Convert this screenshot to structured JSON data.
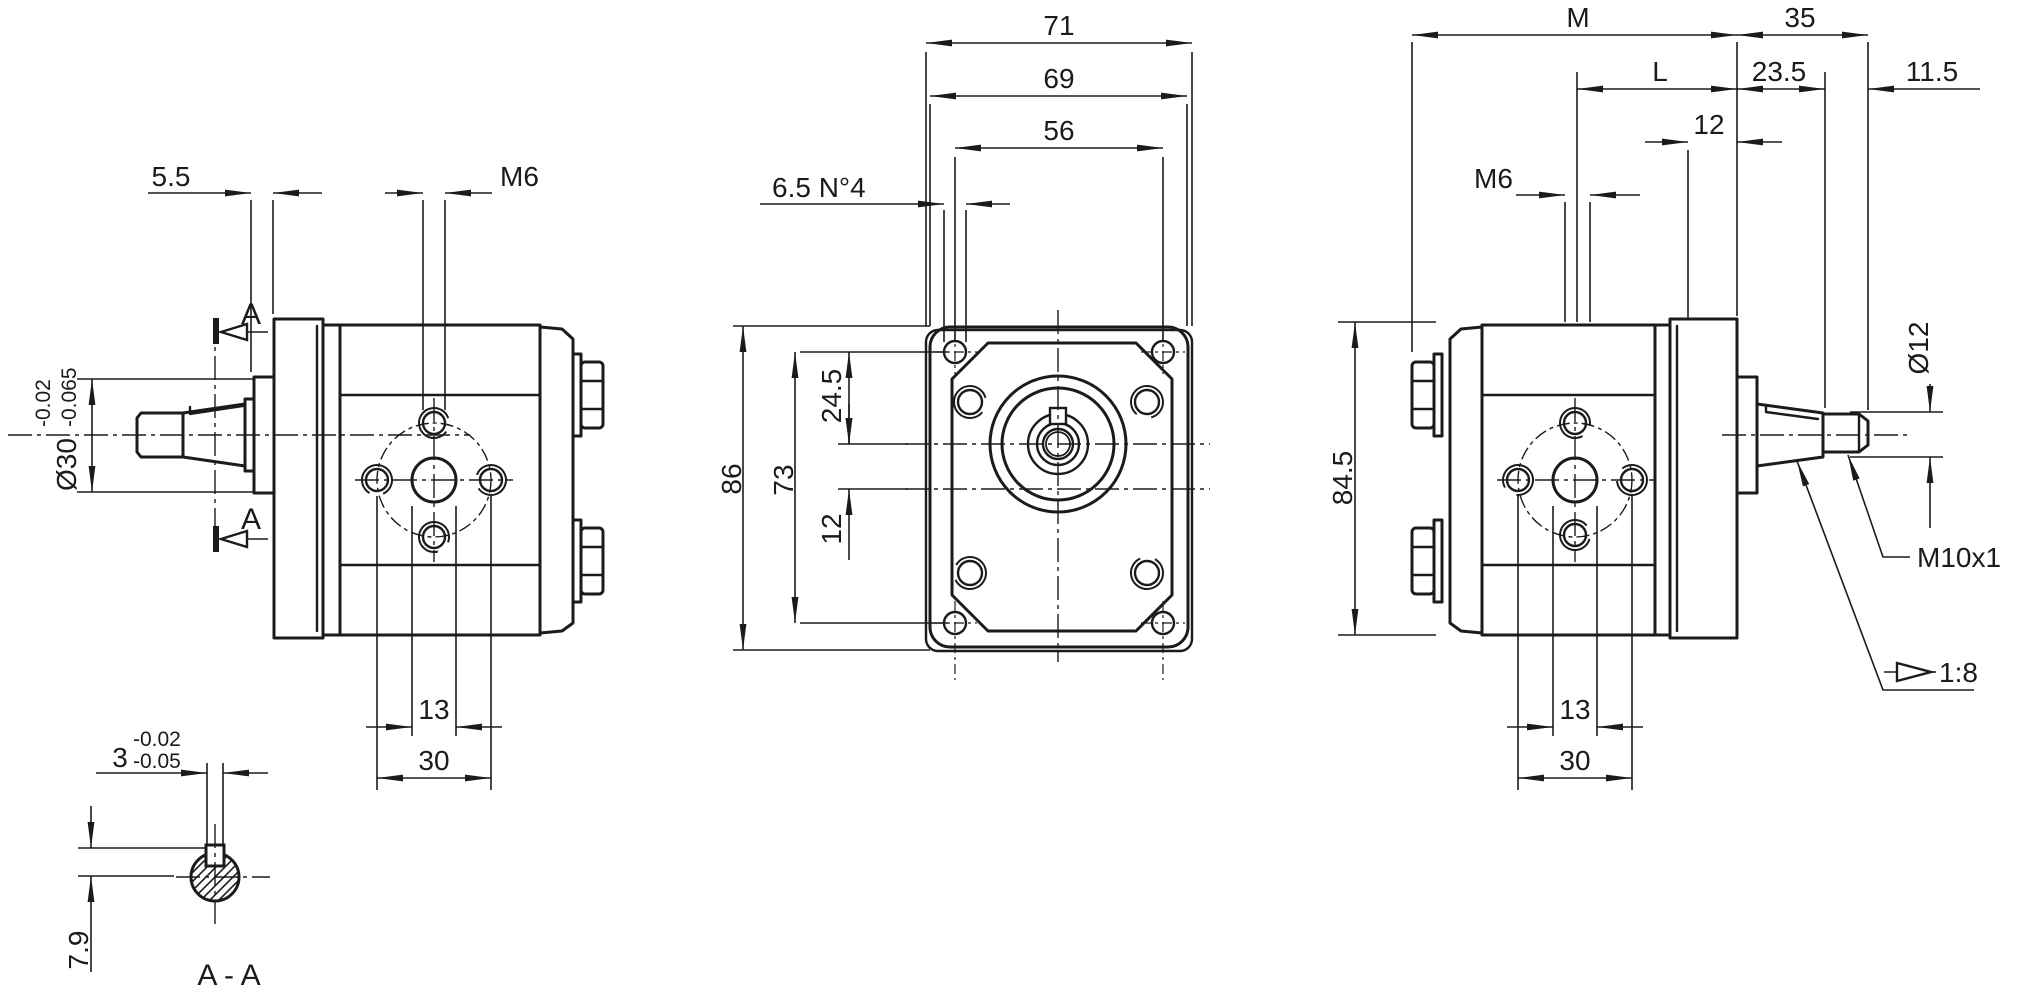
{
  "colors": {
    "ink": "#1b1b1b",
    "paper": "#ffffff"
  },
  "labels": {
    "left_view": {
      "boss_offset": "5.5",
      "port_thread": "M6",
      "section_top": "A",
      "section_bottom": "A",
      "pilot_dia": "Ø30",
      "pilot_tol_upper": "-0.02",
      "pilot_tol_lower": "-0.065",
      "port_dia": "13",
      "hole_spacing": "30"
    },
    "front_view": {
      "overall_width": "71",
      "body_width": "69",
      "hole_spacing_h": "56",
      "corner_holes": "6.5 N°4",
      "overall_height": "86",
      "hole_spacing_v": "73",
      "axis_offset_upper": "24.5",
      "axis_offset_lower": "12"
    },
    "right_view": {
      "overall_length": "M",
      "shaft_protrusion": "35",
      "body_length": "L",
      "taper_length": "23.5",
      "thread_length": "11.5",
      "flange_offset": "12",
      "port_thread": "M6",
      "overall_height": "84.5",
      "shaft_dia": "Ø12",
      "thread_spec": "M10x1",
      "taper_ratio": "1:8",
      "port_dia": "13",
      "hole_spacing": "30"
    },
    "section_aa": {
      "key_width": "3",
      "key_tol_upper": "-0.02",
      "key_tol_lower": "-0.05",
      "key_height": "7.9",
      "title": "A - A"
    }
  }
}
